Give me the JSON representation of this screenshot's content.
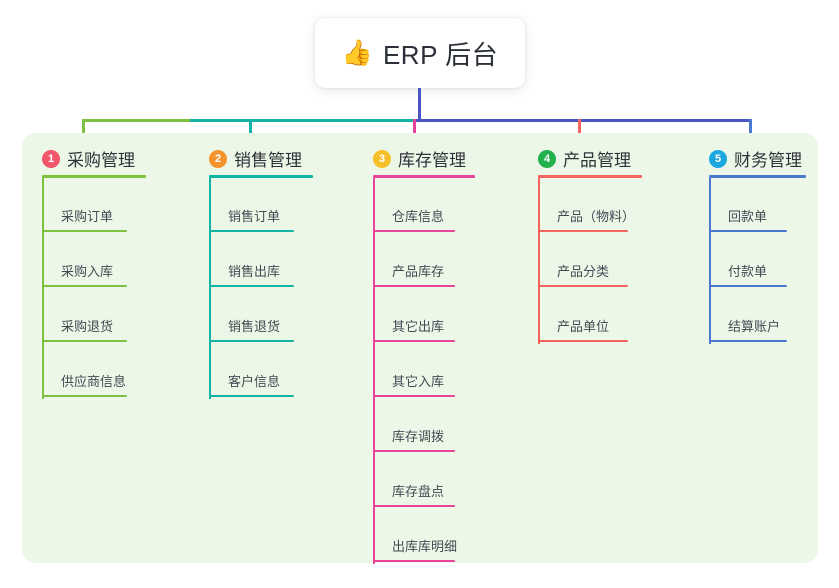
{
  "root": {
    "emoji": "👍",
    "emoji_name": "thumbs-up-icon",
    "title": "ERP 后台"
  },
  "theme": {
    "page_background": "#ffffff",
    "panel_background": "#edf7e8",
    "root_card_background": "#ffffff",
    "root_text": "#2b3038",
    "title_text": "#2e3239",
    "leaf_text": "#444a52",
    "root_stem": "#4a54c4"
  },
  "columns": [
    {
      "index": "1",
      "title": "采购管理",
      "badge_color": "#f2566a",
      "line_color": "#7cc142",
      "items": [
        "采购订单",
        "采购入库",
        "采购退货",
        "供应商信息"
      ]
    },
    {
      "index": "2",
      "title": "销售管理",
      "badge_color": "#f5942c",
      "line_color": "#12b5a5",
      "items": [
        "销售订单",
        "销售出库",
        "销售退货",
        "客户信息"
      ]
    },
    {
      "index": "3",
      "title": "库存管理",
      "badge_color": "#f7c028",
      "line_color": "#e8439a",
      "items": [
        "仓库信息",
        "产品库存",
        "其它出库",
        "其它入库",
        "库存调拨",
        "库存盘点",
        "出库库明细"
      ]
    },
    {
      "index": "4",
      "title": "产品管理",
      "badge_color": "#23b14d",
      "line_color": "#f4635e",
      "items": [
        "产品（物料）",
        "产品分类",
        "产品单位"
      ]
    },
    {
      "index": "5",
      "title": "财务管理",
      "badge_color": "#1ba7e0",
      "line_color": "#4a7ad0",
      "items": [
        "回款单",
        "付款单",
        "结算账户"
      ]
    }
  ],
  "bus": {
    "segment_1_color": "#7cc142",
    "segment_2_color": "#12b5a5",
    "segment_3_color": "#4a54c4"
  }
}
